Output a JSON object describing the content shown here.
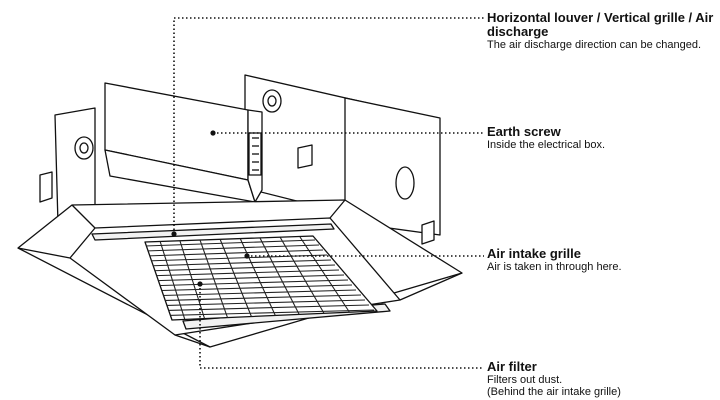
{
  "callouts": {
    "louver": {
      "title": "Horizontal louver / Vertical grille / Air discharge",
      "description": "The air discharge direction can be changed."
    },
    "earth_screw": {
      "title": "Earth screw",
      "description": "Inside the electrical box."
    },
    "intake_grille": {
      "title": "Air intake grille",
      "description": "Air is taken in through here."
    },
    "filter": {
      "title": "Air filter",
      "description_lines": [
        "Filters out dust.",
        "(Behind the air intake grille)"
      ]
    }
  }
}
